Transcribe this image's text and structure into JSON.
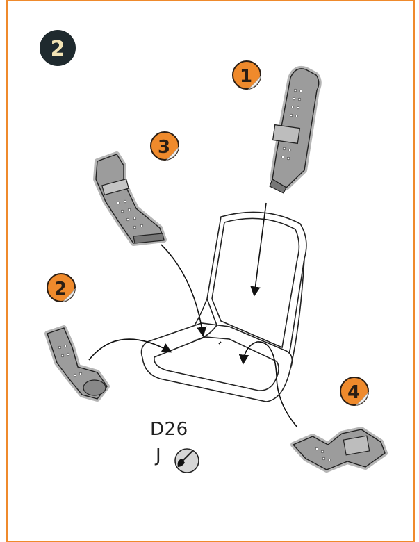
{
  "step": {
    "number": "2",
    "badge_bg": "#1f2a2e",
    "number_color": "#f2e3b4"
  },
  "border_color": "#ef8a2c",
  "callout_color": "#ef8a2c",
  "callouts": [
    "1",
    "3",
    "2",
    "4"
  ],
  "paint_reference": {
    "part": "D26",
    "color_code": "J",
    "icon": "paint-brush-icon"
  }
}
